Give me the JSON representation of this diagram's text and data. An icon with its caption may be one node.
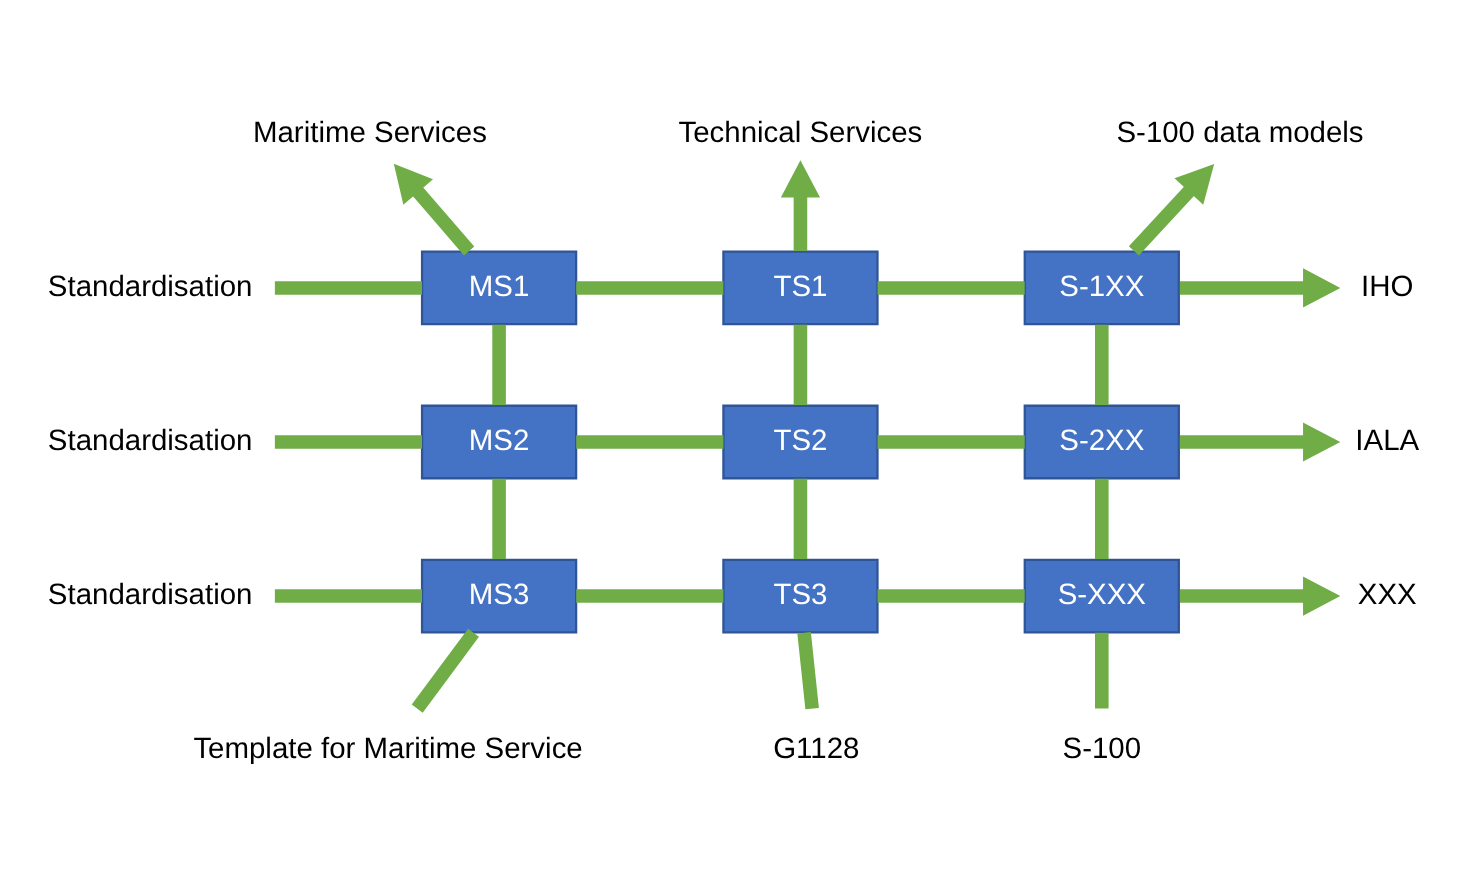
{
  "diagram": {
    "nodes": [
      {
        "text": [
          "Maritime Services"
        ]
      },
      {
        "text": [
          "Technical Services"
        ]
      },
      {
        "text": [
          "S-100 data models"
        ]
      },
      {
        "text": [
          "Standardisation"
        ]
      },
      {
        "text": [
          "MS1"
        ]
      },
      {
        "text": [
          "TS1"
        ]
      },
      {
        "text": [
          "S-1XX"
        ]
      },
      {
        "text": [
          "IHO"
        ]
      },
      {
        "text": [
          "Standardisation"
        ]
      },
      {
        "text": [
          "MS2"
        ]
      },
      {
        "text": [
          "TS2"
        ]
      },
      {
        "text": [
          "S-2XX"
        ]
      },
      {
        "text": [
          "IALA"
        ]
      },
      {
        "text": [
          "Standardisation"
        ]
      },
      {
        "text": [
          "MS3"
        ]
      },
      {
        "text": [
          "TS3"
        ]
      },
      {
        "text": [
          "S-XXX"
        ]
      },
      {
        "text": [
          "XXX"
        ]
      },
      {
        "text": [
          "Template for Maritime Service"
        ]
      },
      {
        "text": [
          "G1128"
        ]
      },
      {
        "text": [
          "S-100"
        ]
      }
    ],
    "edges": [
      {
        "from": 3,
        "to": 4,
        "arrow": "none"
      },
      {
        "from": 4,
        "to": 5,
        "arrow": "none"
      },
      {
        "from": 5,
        "to": 6,
        "arrow": "none"
      },
      {
        "from": 6,
        "to": 7,
        "arrow": "to"
      },
      {
        "from": 8,
        "to": 9,
        "arrow": "none"
      },
      {
        "from": 9,
        "to": 10,
        "arrow": "none"
      },
      {
        "from": 10,
        "to": 11,
        "arrow": "none"
      },
      {
        "from": 11,
        "to": 12,
        "arrow": "to"
      },
      {
        "from": 13,
        "to": 14,
        "arrow": "none"
      },
      {
        "from": 14,
        "to": 15,
        "arrow": "none"
      },
      {
        "from": 15,
        "to": 16,
        "arrow": "none"
      },
      {
        "from": 16,
        "to": 17,
        "arrow": "to"
      },
      {
        "from": 18,
        "to": 14,
        "arrow": "none"
      },
      {
        "from": 14,
        "to": 9,
        "arrow": "none"
      },
      {
        "from": 9,
        "to": 4,
        "arrow": "none"
      },
      {
        "from": 4,
        "to": 0,
        "arrow": "to"
      },
      {
        "from": 19,
        "to": 15,
        "arrow": "none"
      },
      {
        "from": 15,
        "to": 10,
        "arrow": "none"
      },
      {
        "from": 10,
        "to": 5,
        "arrow": "none"
      },
      {
        "from": 5,
        "to": 1,
        "arrow": "to"
      },
      {
        "from": 20,
        "to": 16,
        "arrow": "none"
      },
      {
        "from": 16,
        "to": 11,
        "arrow": "none"
      },
      {
        "from": 11,
        "to": 6,
        "arrow": "none"
      },
      {
        "from": 6,
        "to": 2,
        "arrow": "to"
      }
    ]
  }
}
